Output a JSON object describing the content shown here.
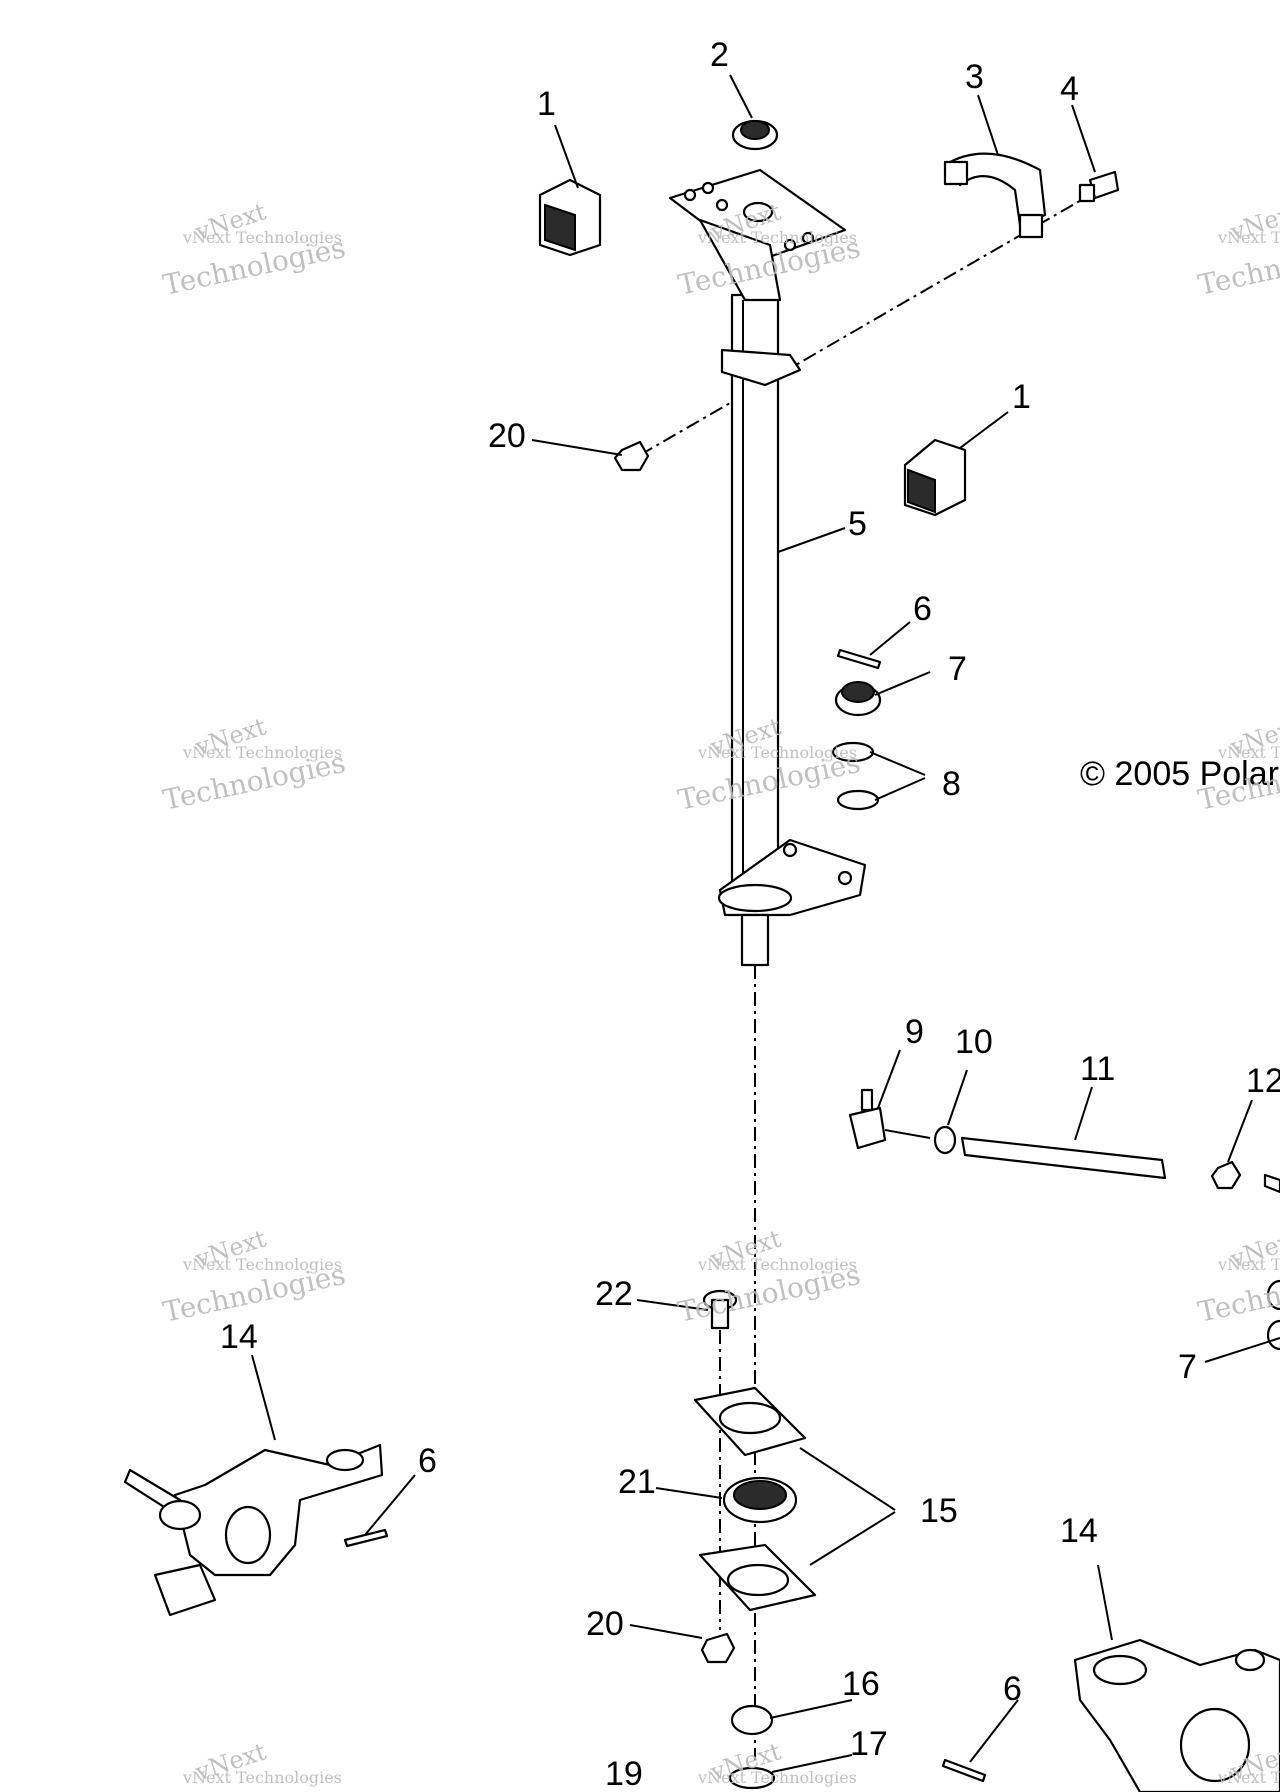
{
  "watermark": {
    "line1": "vNext",
    "line2": "vNext Technologies",
    "line3": "Technologies"
  },
  "copyright": "© 2005 Polar",
  "callouts": [
    "1",
    "2",
    "3",
    "4",
    "1",
    "20",
    "5",
    "6",
    "7",
    "8",
    "9",
    "10",
    "11",
    "12",
    "22",
    "14",
    "6",
    "21",
    "15",
    "20",
    "16",
    "17",
    "19",
    "14",
    "6",
    "7"
  ],
  "colors": {
    "line": "#000000",
    "watermark": "#b9b9b9",
    "background": "#ffffff"
  }
}
